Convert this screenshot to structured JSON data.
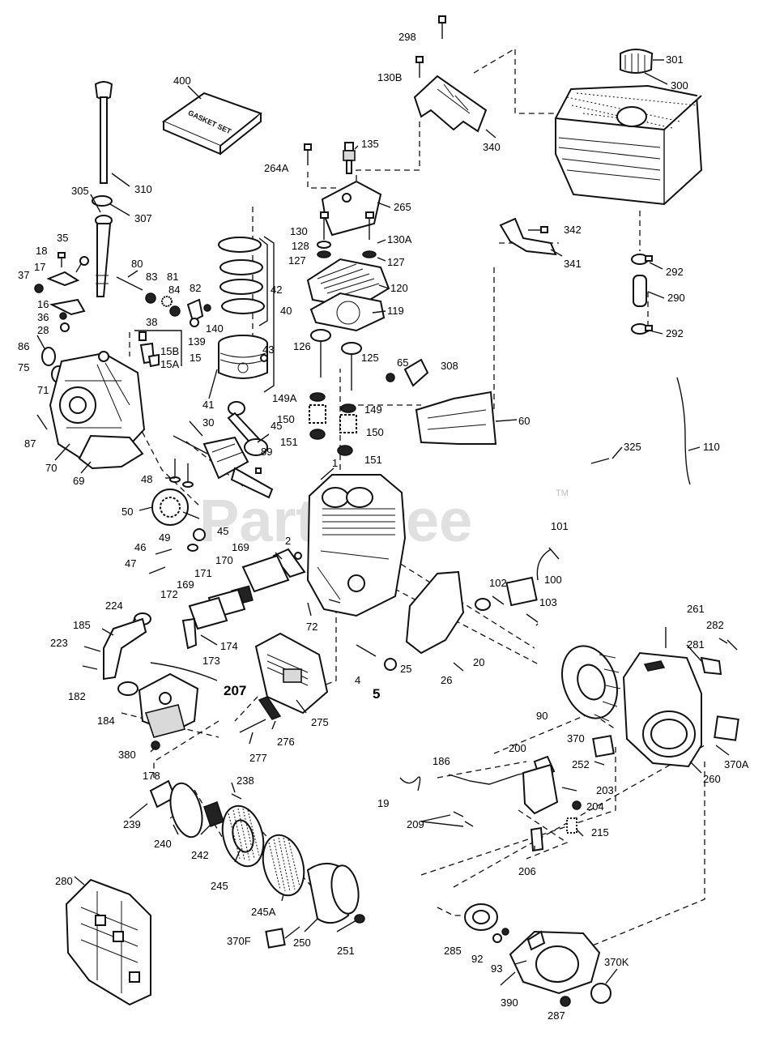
{
  "watermark": {
    "text": "PartsTree",
    "tm": "TM"
  },
  "gasket_box_text": "GASKET SET",
  "labels": {
    "p298": "298",
    "p130B": "130B",
    "p340": "340",
    "p301": "301",
    "p300": "300",
    "p400": "400",
    "p310": "310",
    "p305": "305",
    "p307": "307",
    "p264A": "264A",
    "p135": "135",
    "p265": "265",
    "p130": "130",
    "p128": "128",
    "p127a": "127",
    "p130A": "130A",
    "p127b": "127",
    "p120": "120",
    "p119": "119",
    "p342": "342",
    "p341": "341",
    "p292a": "292",
    "p290": "290",
    "p292b": "292",
    "p18": "18",
    "p35": "35",
    "p37": "37",
    "p17": "17",
    "p16": "16",
    "p36": "36",
    "p28": "28",
    "p80": "80",
    "p83": "83",
    "p81": "81",
    "p84": "84",
    "p82": "82",
    "p42": "42",
    "p40": "40",
    "p38": "38",
    "p15B": "15B",
    "p15": "15",
    "p15A": "15A",
    "p139": "139",
    "p140": "140",
    "p43": "43",
    "p86": "86",
    "p75": "75",
    "p71": "71",
    "p126": "126",
    "p125": "125",
    "p65": "65",
    "p308": "308",
    "p149A": "149A",
    "p149": "149",
    "p150a": "150",
    "p150b": "150",
    "p151a": "151",
    "p151b": "151",
    "p60": "60",
    "p41": "41",
    "p30": "30",
    "p45a": "45",
    "p87": "87",
    "p70": "70",
    "p69": "69",
    "p89": "89",
    "p48": "48",
    "p1": "1",
    "p325": "325",
    "p110": "110",
    "p50": "50",
    "p45b": "45",
    "p49": "49",
    "p46": "46",
    "p47": "47",
    "p169a": "169",
    "p2": "2",
    "p101": "101",
    "p170": "170",
    "p171": "171",
    "p169b": "169",
    "p102": "102",
    "p100": "100",
    "p103": "103",
    "p172": "172",
    "p224": "224",
    "p185": "185",
    "p223": "223",
    "p174": "174",
    "p173": "173",
    "p72": "72",
    "p261": "261",
    "p282": "282",
    "p281": "281",
    "p4": "4",
    "p5": "5",
    "p25": "25",
    "p26": "26",
    "p20": "20",
    "p182": "182",
    "p207": "207",
    "p184": "184",
    "p275": "275",
    "p90": "90",
    "p276": "276",
    "p277": "277",
    "p380": "380",
    "p178": "178",
    "p370": "370",
    "p200": "200",
    "p186": "186",
    "p252": "252",
    "p370A": "370A",
    "p260": "260",
    "p238": "238",
    "p19": "19",
    "p203": "203",
    "p204": "204",
    "p239": "239",
    "p209": "209",
    "p215": "215",
    "p240": "240",
    "p242": "242",
    "p245": "245",
    "p206": "206",
    "p280": "280",
    "p245A": "245A",
    "p370F": "370F",
    "p250": "250",
    "p251": "251",
    "p285": "285",
    "p92": "92",
    "p93": "93",
    "p370K": "370K",
    "p390": "390",
    "p287": "287"
  }
}
